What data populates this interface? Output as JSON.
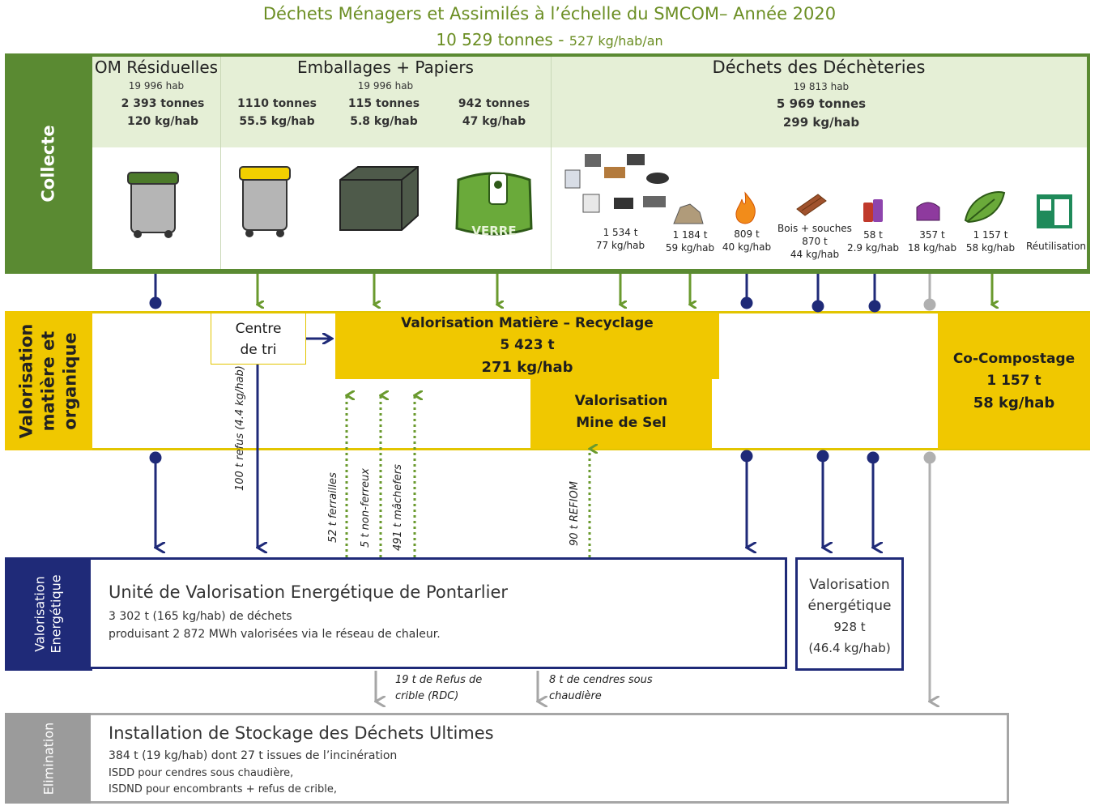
{
  "header": {
    "title": "Déchets Ménagers et  Assimilés à l’échelle du SMCOM– Année 2020",
    "total": "10 529 tonnes -",
    "ratio": "527 kg/hab/an"
  },
  "collecte": {
    "label": "Collecte",
    "om": {
      "title": "OM Résiduelles",
      "hab": "19 996 hab",
      "tonnes": "2 393 tonnes",
      "ratio": "120 kg/hab"
    },
    "emballages": {
      "title": "Emballages + Papiers",
      "hab": "19  996 hab",
      "cols": [
        {
          "tonnes": "1110 tonnes",
          "ratio": "55.5 kg/hab"
        },
        {
          "tonnes": "115 tonnes",
          "ratio": "5.8 kg/hab"
        },
        {
          "tonnes": "942 tonnes",
          "ratio": "47 kg/hab"
        }
      ],
      "verre_label": "VERRE"
    },
    "decheteries": {
      "title": "Déchets des Déchèteries",
      "hab": "19 813 hab",
      "tonnes": "5 969 tonnes",
      "ratio": "299 kg/hab",
      "flux": [
        {
          "t": "1 534 t",
          "r": "77 kg/hab"
        },
        {
          "t": "1 184 t",
          "r": "59 kg/hab"
        },
        {
          "t": "809 t",
          "r": "40 kg/hab"
        },
        {
          "name": "Bois + souches",
          "t": "870 t",
          "r": "44 kg/hab"
        },
        {
          "t": "58 t",
          "r": "2.9 kg/hab"
        },
        {
          "t": "357 t",
          "r": "18 kg/hab"
        },
        {
          "t": "1 157 t",
          "r": "58 kg/hab"
        },
        {
          "name": "Réutilisation"
        }
      ]
    }
  },
  "matiere": {
    "label_line1": "Valorisation",
    "label_line2": "matière et",
    "label_line3": "organique",
    "centre_tri": {
      "line1": "Centre",
      "line2": "de tri"
    },
    "recyclage": {
      "title": "Valorisation Matière – Recyclage",
      "tonnes": "5 423 t",
      "ratio": "271 kg/hab"
    },
    "mine_sel": {
      "line1": "Valorisation",
      "line2": "Mine de Sel"
    },
    "cocompostage": {
      "title": "Co-Compostage",
      "tonnes": "1 157 t",
      "ratio": "58 kg/hab"
    }
  },
  "flows": {
    "refus_tri": "100 t refus (4.4 kg/hab)",
    "ferrailles": "52 t ferrailles",
    "non_ferreux": "5 t non-ferreux",
    "machefers": "491 t mâchefers",
    "refiom": "90 t REFIOM",
    "refus_crible": "19 t de Refus de crible (RDC)",
    "cendres": "8 t de cendres sous chaudière"
  },
  "energie": {
    "label_line1": "Valorisation",
    "label_line2": "Energétique",
    "uve": {
      "title": "Unité de Valorisation Energétique de Pontarlier",
      "line1": "3 302 t  (165 kg/hab)  de déchets",
      "line2": "produisant 2 872 MWh valorisées via le réseau de chaleur."
    },
    "valo": {
      "line1": "Valorisation",
      "line2": "énergétique",
      "tonnes": "928 t",
      "ratio": "(46.4 kg/hab)"
    }
  },
  "elimination": {
    "label": "Elimination",
    "title": "Installation de Stockage des Déchets Ultimes",
    "line1": "384 t (19 kg/hab) dont 27 t issues de l’incinération",
    "line2": "ISDD pour cendres sous chaudière,",
    "line3": "ISDND pour encombrants + refus de crible,"
  },
  "colors": {
    "green": "#5a8a32",
    "light_green": "#e5efd6",
    "yellow": "#f0c800",
    "navy": "#1f2a78",
    "grey": "#9b9b9b",
    "arrow_green": "#6a9a2e"
  }
}
